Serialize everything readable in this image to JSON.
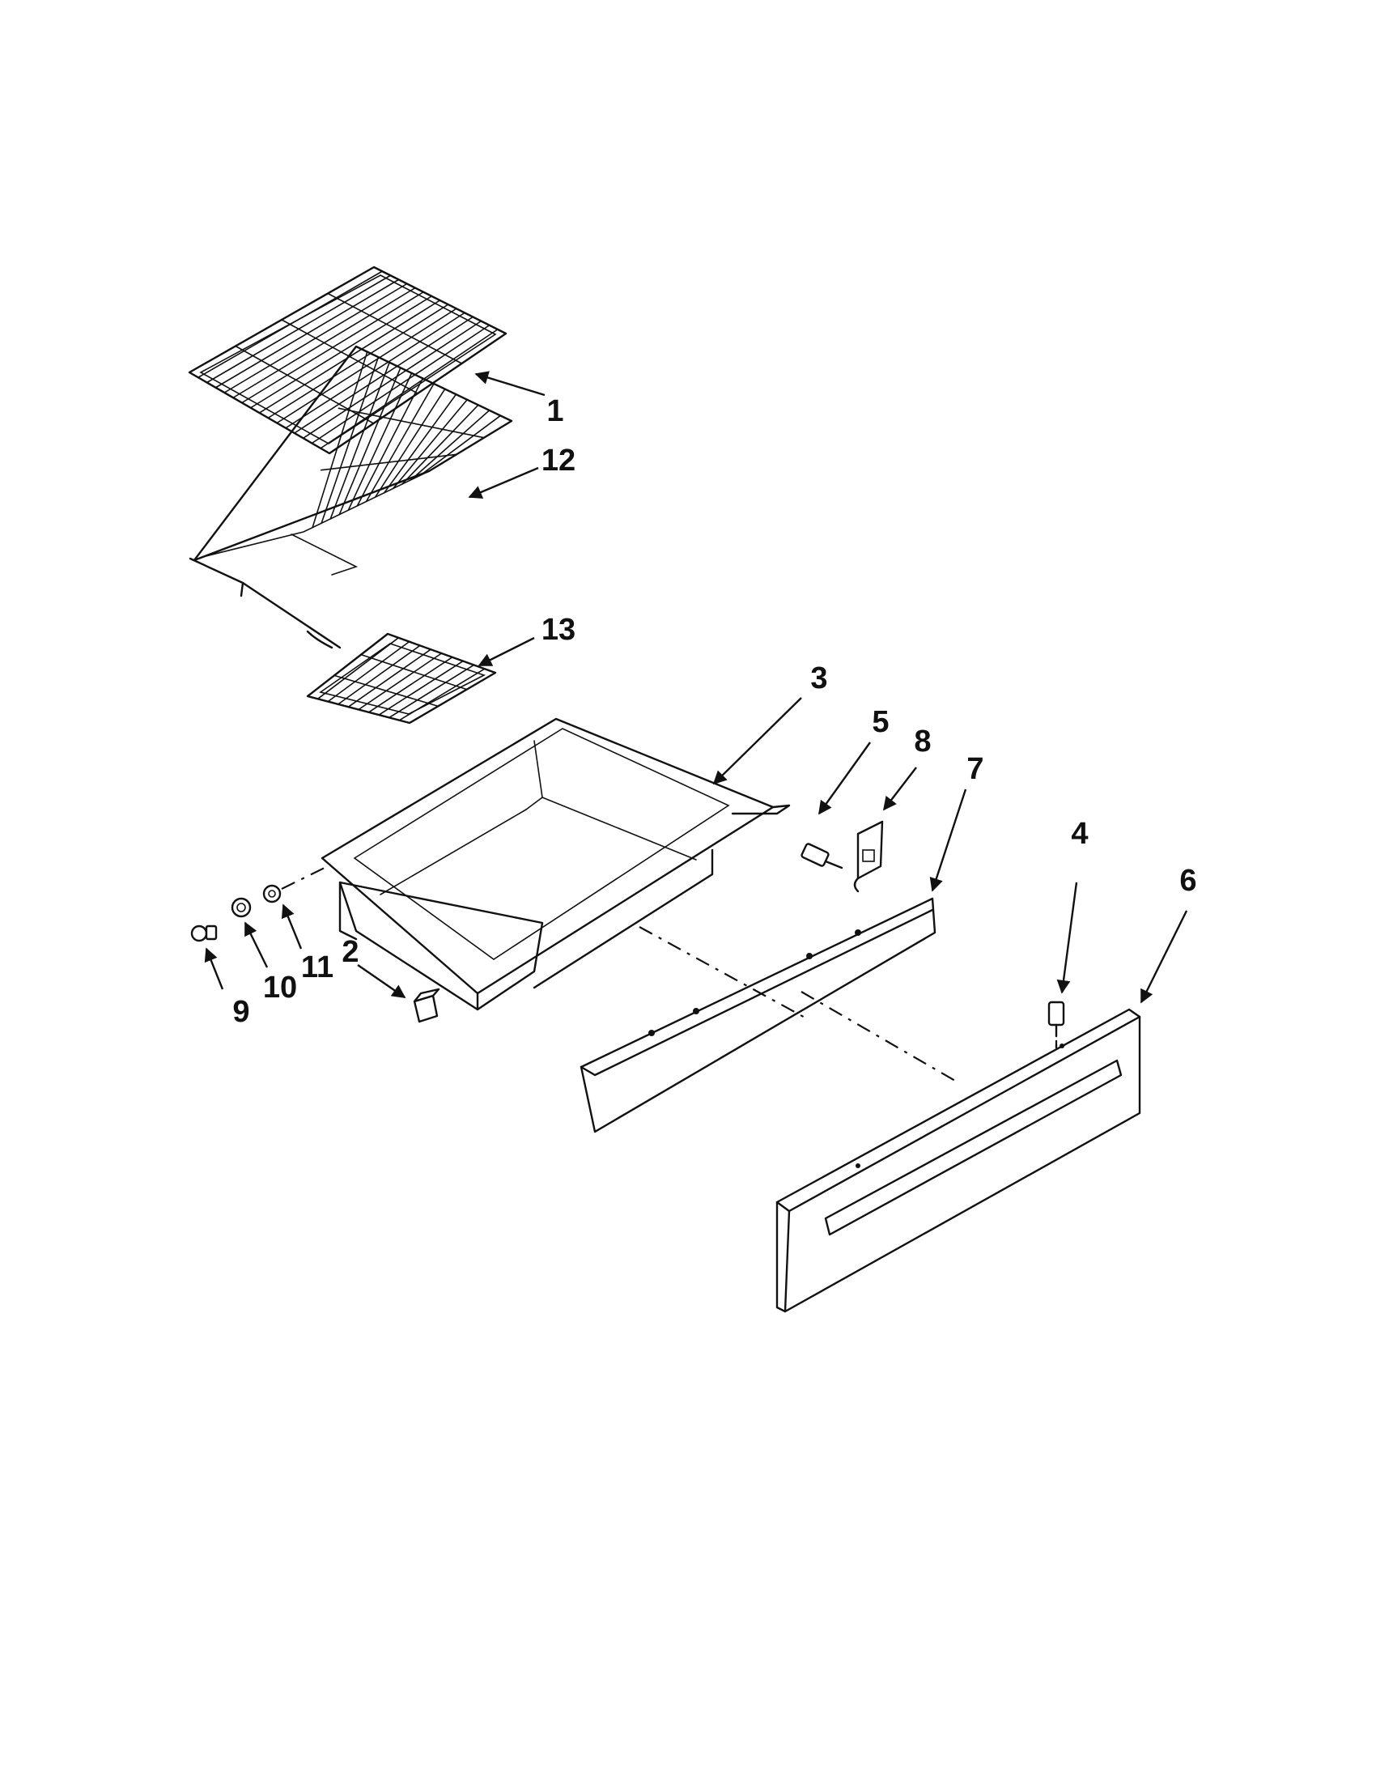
{
  "callouts": [
    {
      "id": "1",
      "label": "1"
    },
    {
      "id": "12",
      "label": "12"
    },
    {
      "id": "13",
      "label": "13"
    },
    {
      "id": "3",
      "label": "3"
    },
    {
      "id": "5",
      "label": "5"
    },
    {
      "id": "8",
      "label": "8"
    },
    {
      "id": "7",
      "label": "7"
    },
    {
      "id": "4",
      "label": "4"
    },
    {
      "id": "6",
      "label": "6"
    },
    {
      "id": "2",
      "label": "2"
    },
    {
      "id": "9",
      "label": "9"
    },
    {
      "id": "10",
      "label": "10"
    },
    {
      "id": "11",
      "label": "11"
    }
  ]
}
